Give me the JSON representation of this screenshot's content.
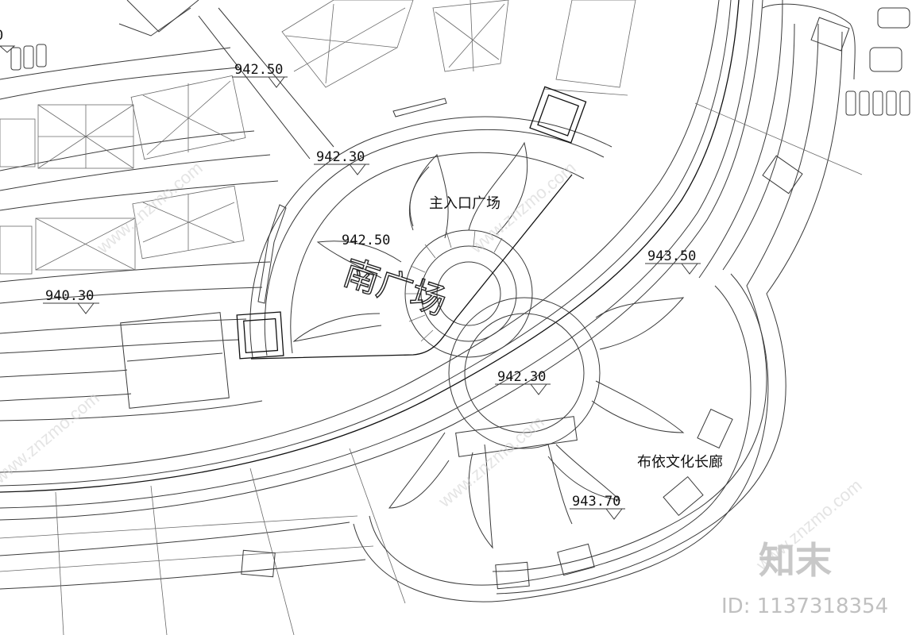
{
  "plan": {
    "elevations": [
      "0",
      "942.50",
      "942.30",
      "942.50",
      "940.30",
      "943.50",
      "942.30",
      "943.70"
    ],
    "labels": {
      "main_plaza": "主入口广场",
      "corridor": "布依文化长廊",
      "handwritten": "南广场"
    }
  },
  "watermark": {
    "text": "www.znzmo.com",
    "logo": "知末",
    "image_id": "ID: 1137318354"
  }
}
